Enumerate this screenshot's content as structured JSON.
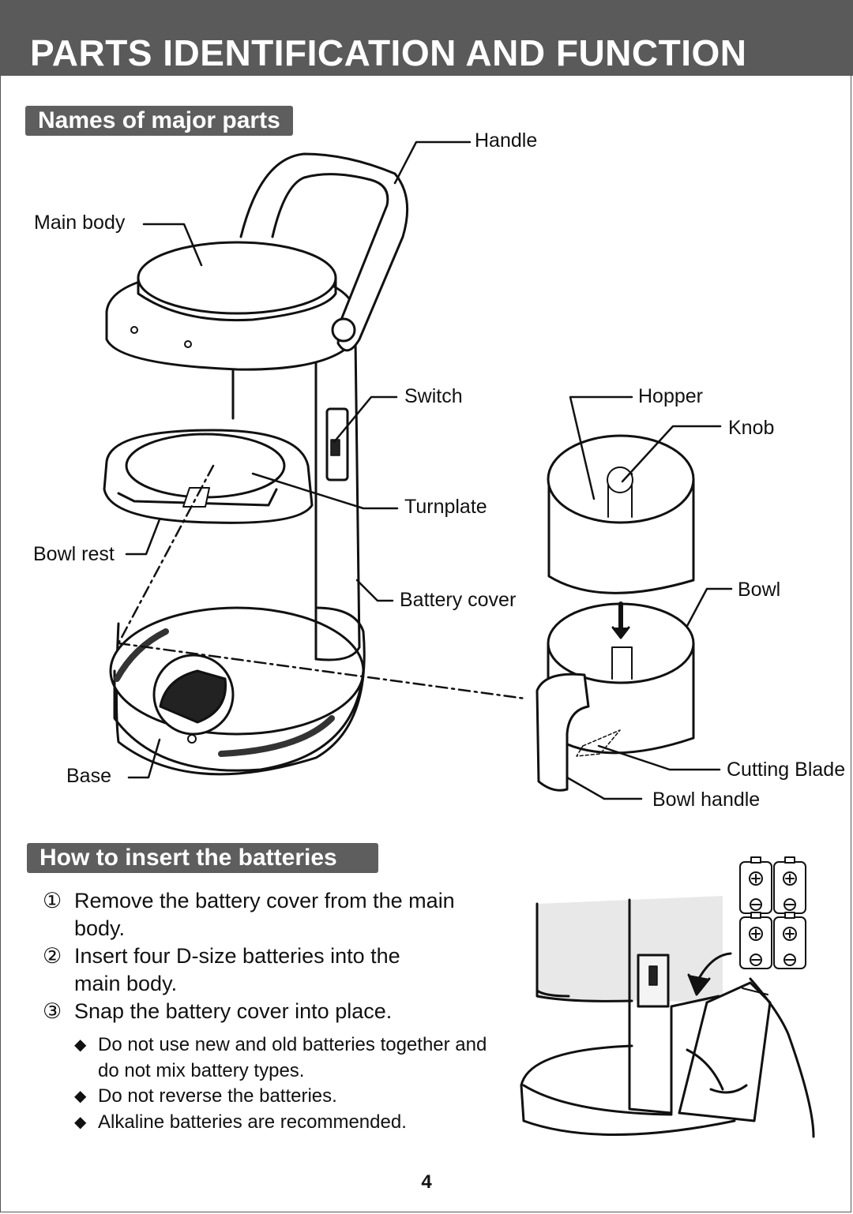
{
  "header": {
    "title": "PARTS IDENTIFICATION AND FUNCTION"
  },
  "sections": {
    "parts": "Names of major parts",
    "batteries": "How to insert the batteries"
  },
  "parts_labels": {
    "handle": "Handle",
    "main_body": "Main body",
    "switch": "Switch",
    "hopper": "Hopper",
    "knob": "Knob",
    "turnplate": "Turnplate",
    "bowl_rest": "Bowl rest",
    "battery_cover": "Battery cover",
    "bowl": "Bowl",
    "base": "Base",
    "cutting_blade": "Cutting Blade",
    "bowl_handle": "Bowl handle"
  },
  "steps": [
    {
      "num": "①",
      "text": "Remove the battery cover from the main body."
    },
    {
      "num": "②",
      "text": "Insert four D-size batteries into the main body."
    },
    {
      "num": "③",
      "text": "Snap the battery cover into place."
    }
  ],
  "notes": [
    {
      "bullet": "◆",
      "text": "Do not use new and old batteries together and do not mix battery types."
    },
    {
      "bullet": "◆",
      "text": "Do not reverse the batteries."
    },
    {
      "bullet": "◆",
      "text": "Alkaline batteries are recommended."
    }
  ],
  "page_number": "4",
  "colors": {
    "title_bar": "#5a5a5a",
    "section_pill": "#5e5e5e"
  }
}
